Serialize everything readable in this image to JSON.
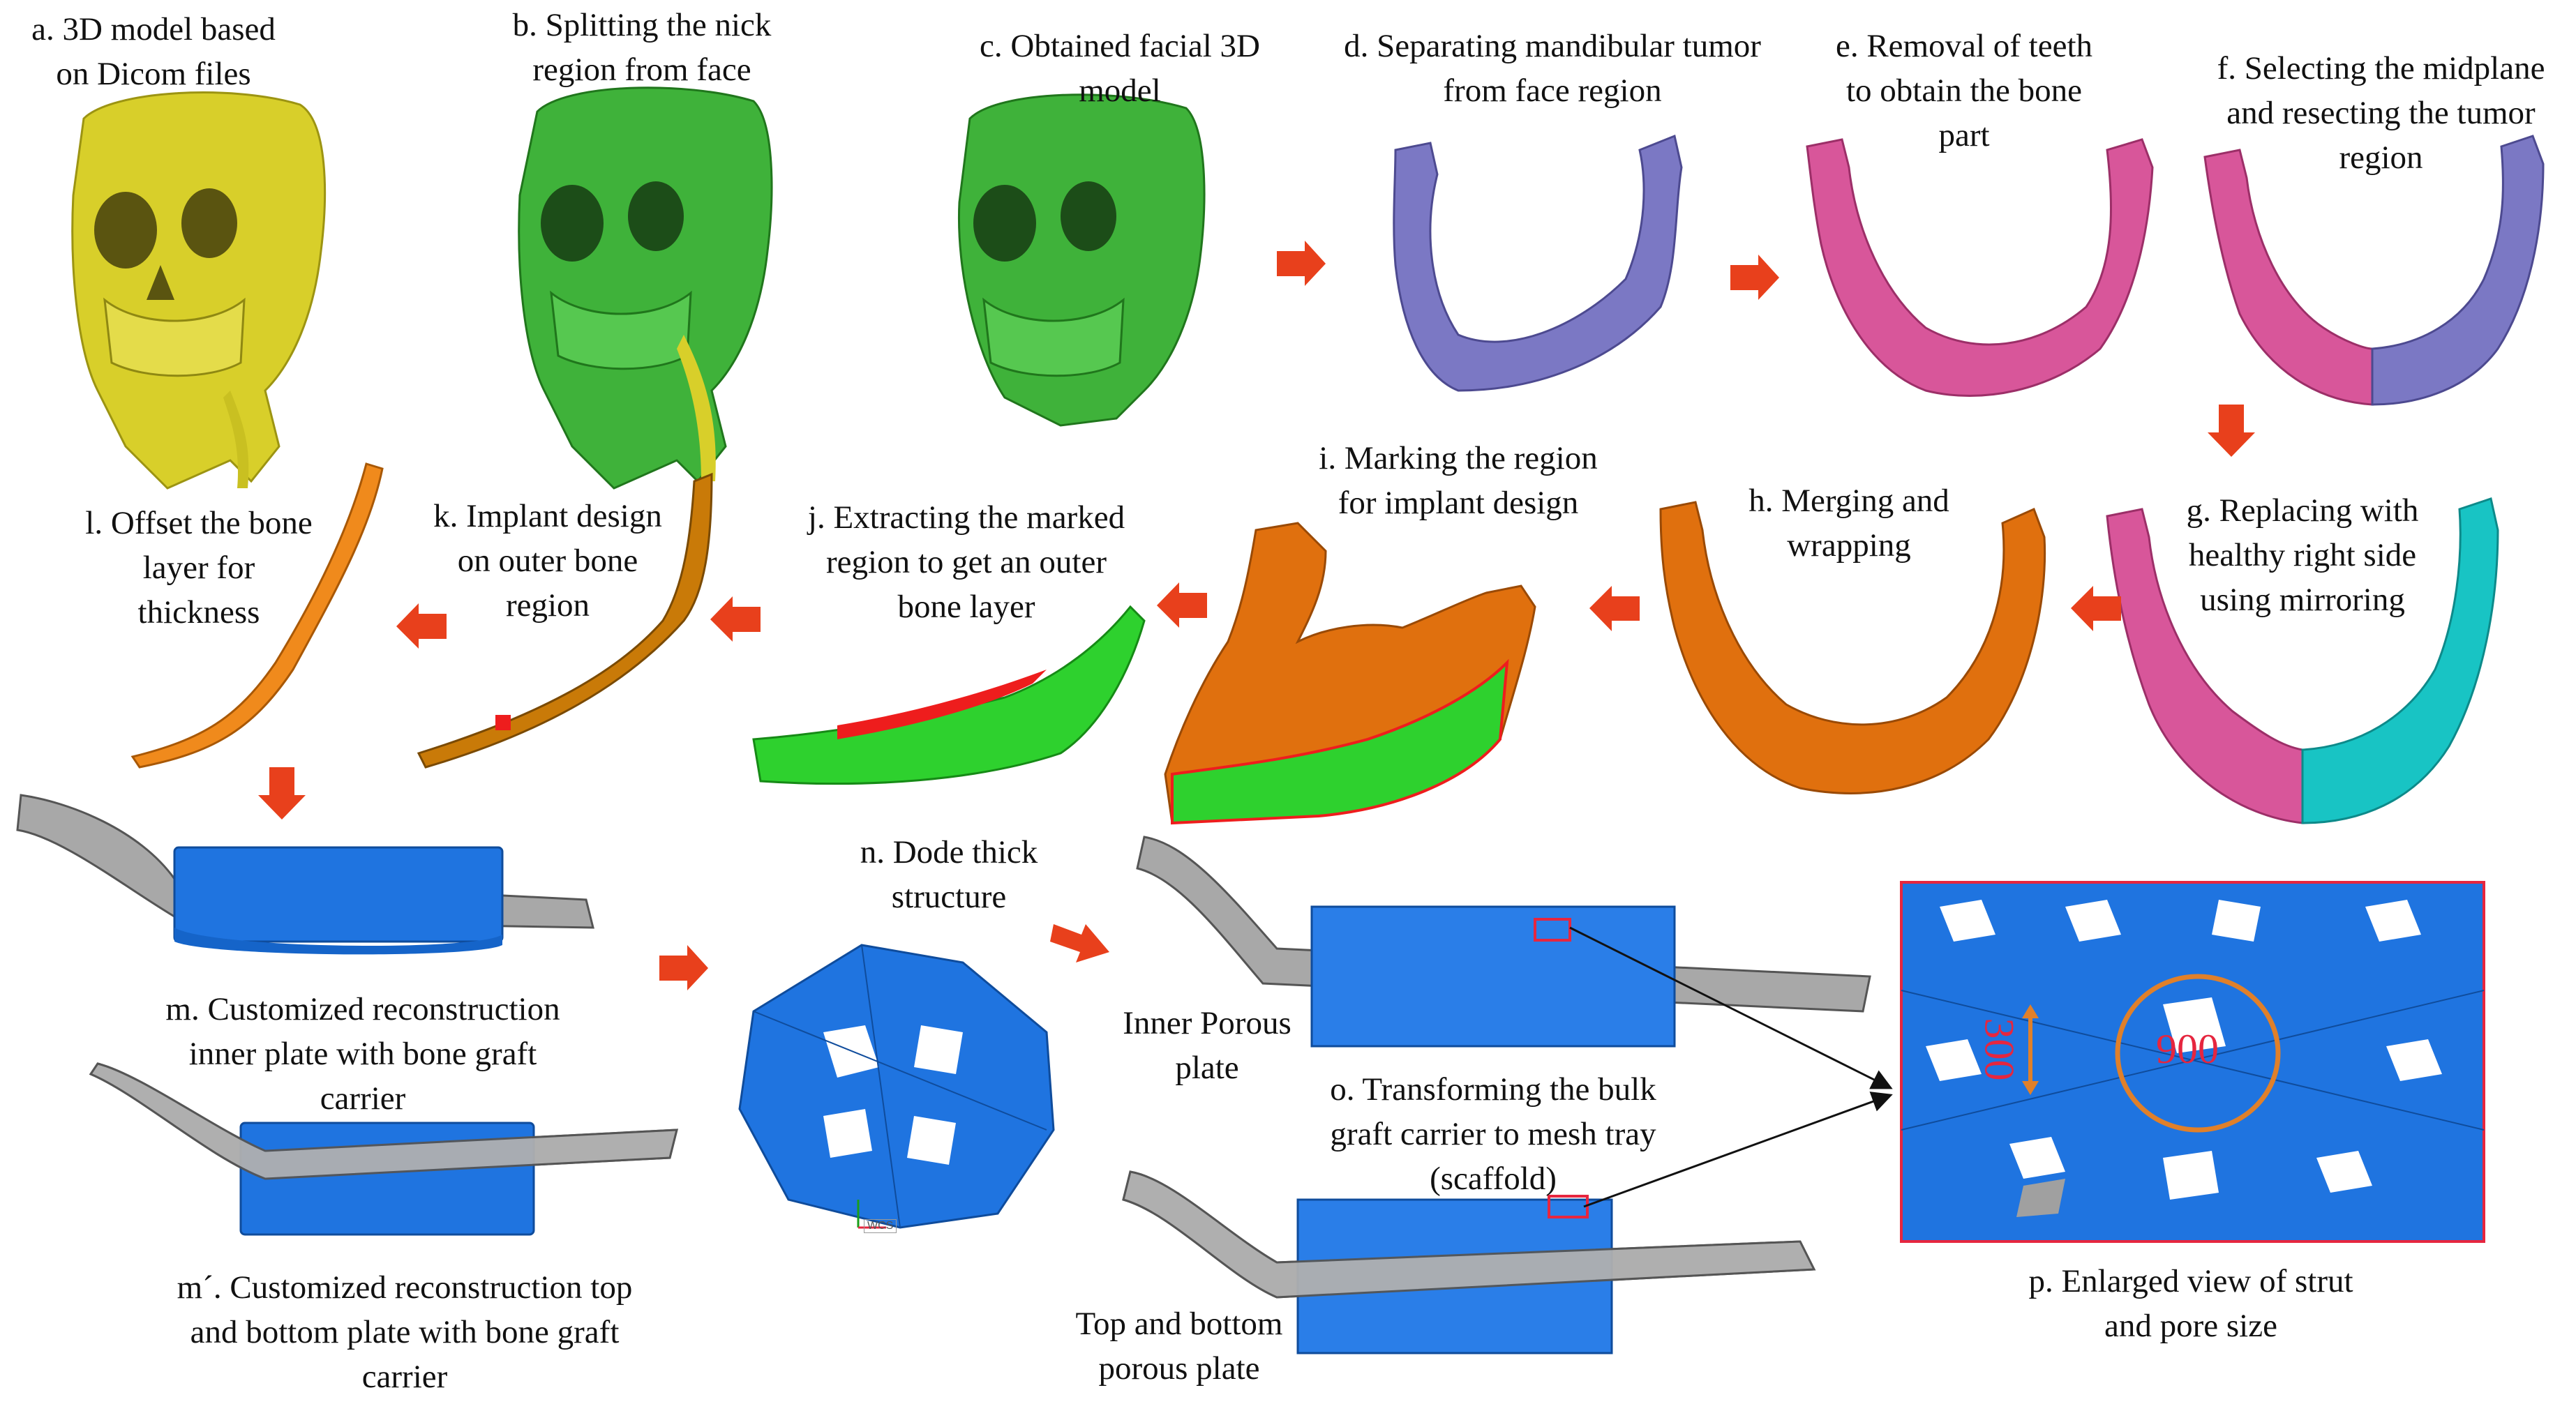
{
  "labels": {
    "a": [
      "a. 3D model based",
      "on Dicom files"
    ],
    "b": [
      "b. Splitting  the nick",
      "region from face"
    ],
    "c": [
      "c. Obtained facial 3D",
      "model"
    ],
    "d": [
      "d. Separating mandibular tumor",
      "from face region"
    ],
    "e": [
      "e. Removal of teeth",
      "to obtain the bone",
      "part"
    ],
    "f": [
      "f. Selecting the midplane",
      "and resecting the tumor",
      "region"
    ],
    "g": [
      "g. Replacing with",
      "healthy right side",
      "using mirroring"
    ],
    "h": [
      "h. Merging and",
      "wrapping"
    ],
    "i": [
      "i. Marking the region",
      "for implant design"
    ],
    "j": [
      "j. Extracting the marked",
      "region to get an outer",
      "bone layer"
    ],
    "k": [
      "k. Implant design",
      "on outer bone",
      "region"
    ],
    "l": [
      "l. Offset the bone",
      "layer for",
      "thickness"
    ],
    "m": [
      "m. Customized reconstruction",
      "inner plate with bone graft",
      "carrier"
    ],
    "m2": [
      "m´. Customized reconstruction top",
      "and bottom plate with bone graft",
      "carrier"
    ],
    "n": [
      "n. Dode thick",
      "structure"
    ],
    "o": [
      "o. Transforming the bulk",
      "graft carrier to mesh tray",
      "(scaffold)"
    ],
    "inner_porous": [
      "Inner Porous",
      "plate"
    ],
    "top_bottom": [
      "Top and bottom",
      "porous plate"
    ],
    "p": [
      "p. Enlarged view of strut",
      "and pore size"
    ]
  },
  "annotations": {
    "strut_size": "300",
    "pore_size": "900",
    "axis_label": "WCS"
  },
  "colors": {
    "skull_yellow": "#d8cf2a",
    "skull_green": "#3fb23a",
    "mandible_purple": "#7b78c4",
    "mandible_pink": "#d8569a",
    "mandible_cyan": "#18c4c4",
    "mandible_orange": "#e0700e",
    "bone_green": "#2ed12e",
    "marked_red": "#ee1d1d",
    "plate_gray": "#a8a8a8",
    "carrier_blue": "#1f74e0",
    "arrow_red": "#e8401c",
    "annotation_red": "#e6263f",
    "pore_ring": "#e0802a"
  }
}
